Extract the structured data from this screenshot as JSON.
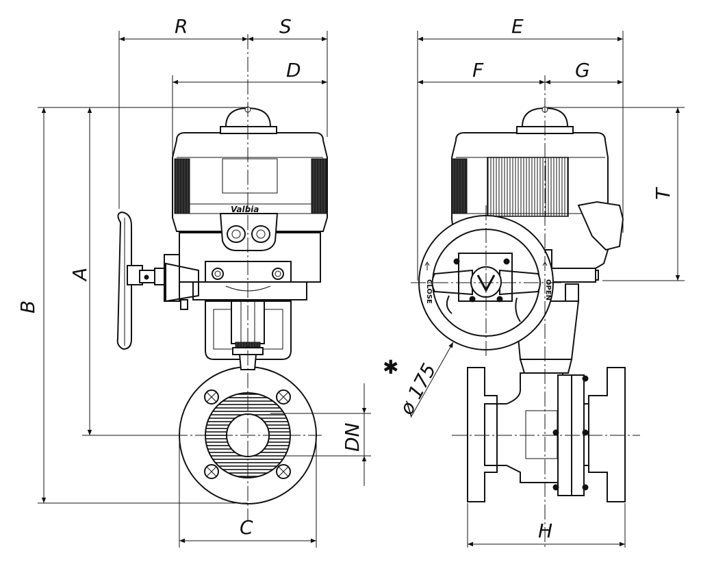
{
  "dimensions": {
    "R": "R",
    "S": "S",
    "D": "D",
    "E": "E",
    "F": "F",
    "G": "G",
    "A": "A",
    "B": "B",
    "T": "T",
    "C": "C",
    "H": "H",
    "DN": "DN",
    "handwheel": "ø 175",
    "asterisk": "✱"
  },
  "labels": {
    "brand": "Valbia",
    "close": "CLOSE",
    "open": "OPEN"
  }
}
